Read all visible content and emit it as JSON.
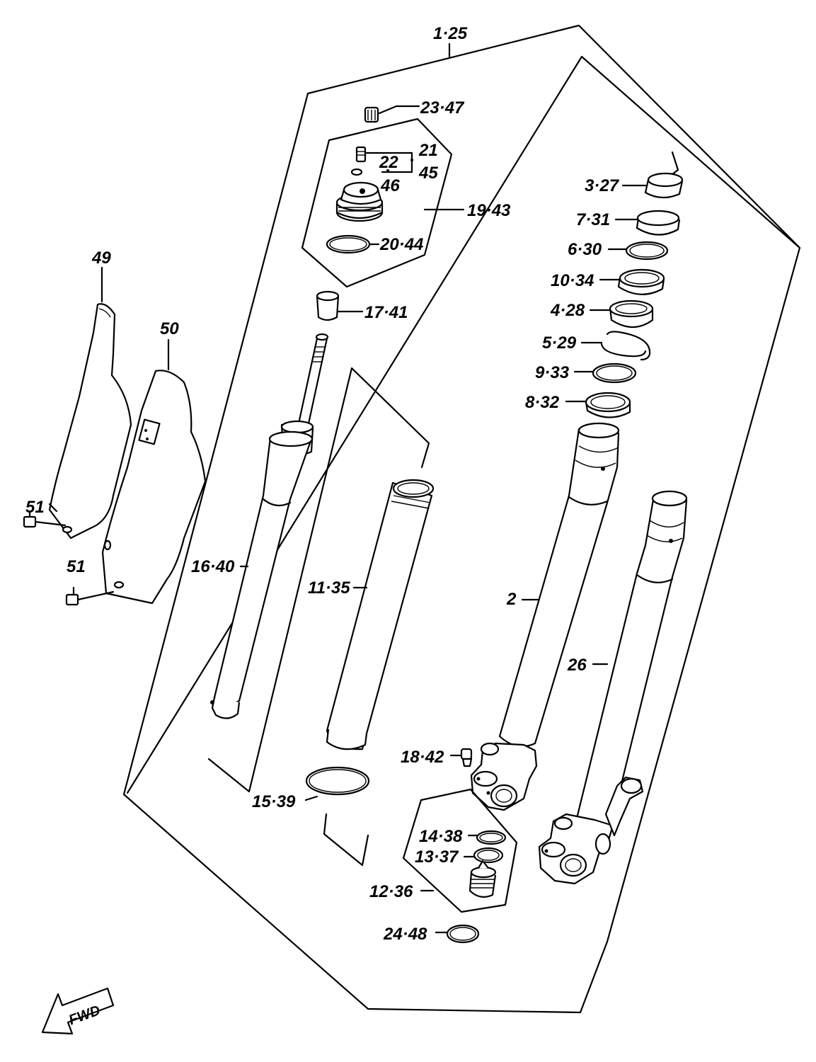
{
  "diagram": {
    "labels": {
      "l_1_25": "1·25",
      "l_23_47": "23·47",
      "l_21": "21",
      "l_22": "22",
      "l_45": "45",
      "l_46": "46",
      "l_19_43": "19·43",
      "l_20_44": "20·44",
      "l_17_41": "17·41",
      "l_3_27": "3·27",
      "l_7_31": "7·31",
      "l_6_30": "6·30",
      "l_10_34": "10·34",
      "l_4_28": "4·28",
      "l_5_29": "5·29",
      "l_9_33": "9·33",
      "l_8_32": "8·32",
      "l_49": "49",
      "l_50": "50",
      "l_51a": "51",
      "l_51b": "51",
      "l_16_40": "16·40",
      "l_11_35": "11·35",
      "l_2": "2",
      "l_26": "26",
      "l_18_42": "18·42",
      "l_15_39": "15·39",
      "l_14_38": "14·38",
      "l_13_37": "13·37",
      "l_12_36": "12·36",
      "l_24_48": "24·48"
    },
    "fwd_label": "FWD"
  }
}
